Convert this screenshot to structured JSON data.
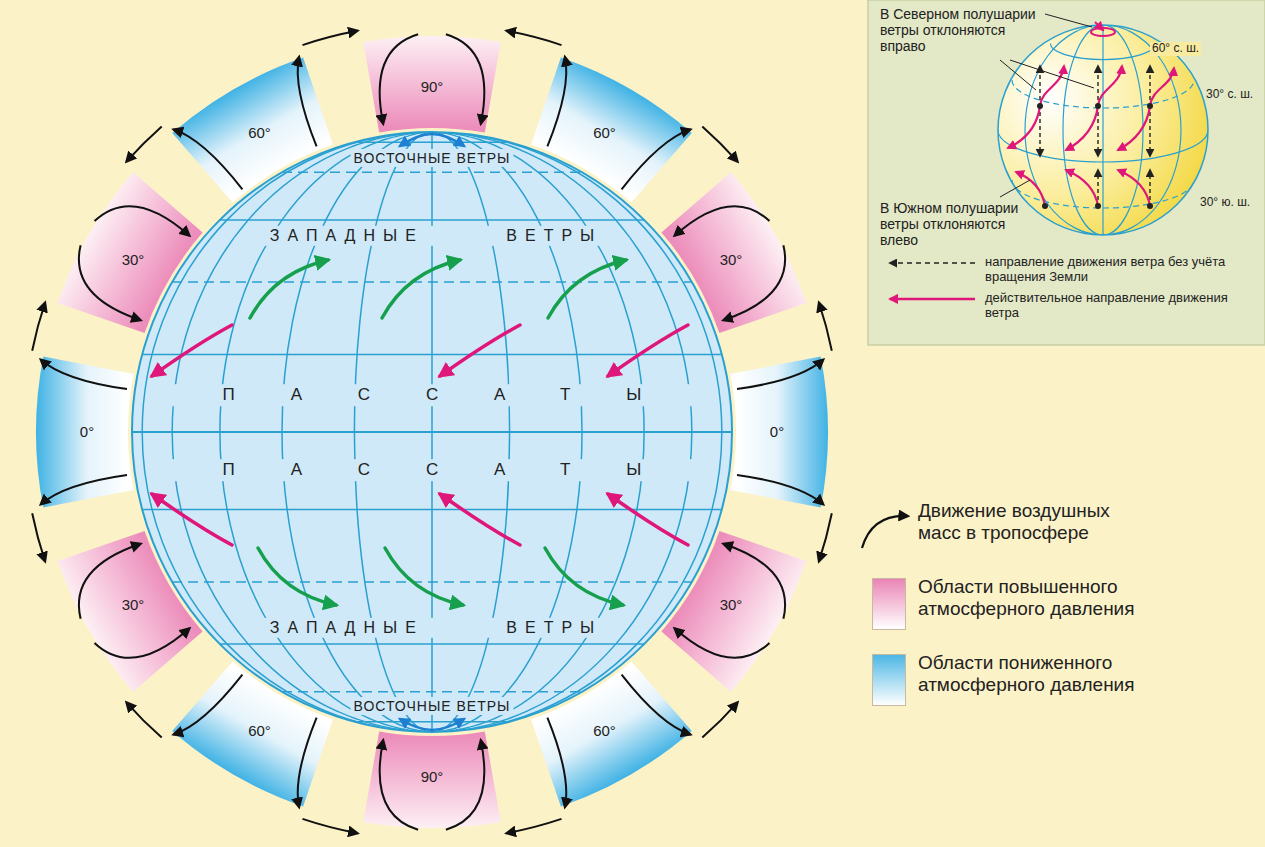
{
  "diagram": {
    "labels": [
      "90°",
      "60°",
      "60°",
      "30°",
      "30°",
      "0°",
      "0°",
      "30°",
      "30°",
      "60°",
      "60°",
      "90°",
      "ВОСТОЧНЫЕ ВЕТРЫ",
      "ЗАПАДНЫЕ ВЕТРЫ",
      "ПАССАТЫ",
      "ПАССАТЫ",
      "ЗАПАДНЫЕ ВЕТРЫ",
      "ВОСТОЧНЫЕ ВЕТРЫ",
      "В Северном полушарии ветры отклоняются вправо",
      "60° с. ш.",
      "30° с. ш.",
      "30° ю. ш.",
      "В Южном полушарии ветры отклоняются влево"
    ],
    "legend": [
      {
        "text": "направление движения ветра без учёта вращения Земли"
      },
      {
        "text": "действительное направление движения ветра"
      },
      {
        "text": "Движение воздушных масс в тропосфере"
      },
      {
        "text": "Области повышенного атмосферного давления",
        "color": "#e985b5"
      },
      {
        "text": "Области пониженного атмосферного давления",
        "color": "#4db7e6"
      }
    ]
  }
}
